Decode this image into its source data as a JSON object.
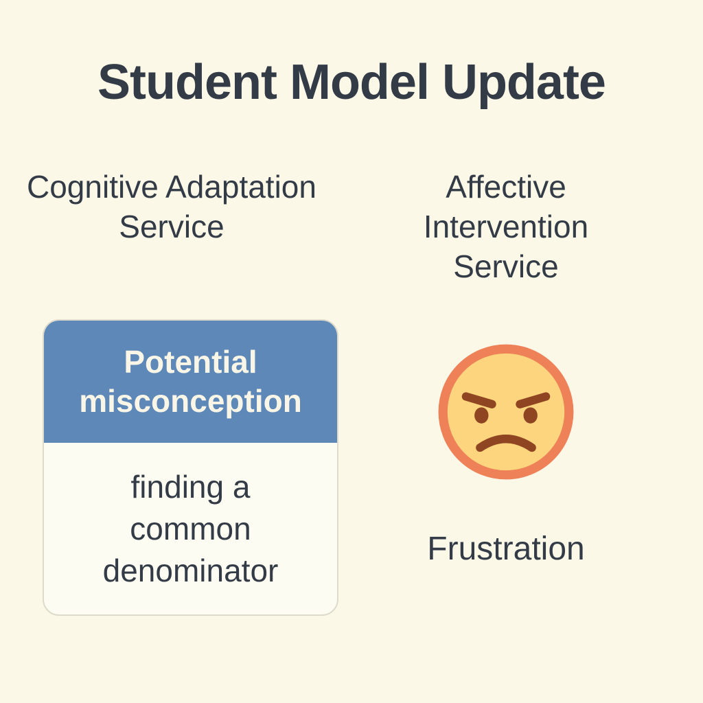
{
  "title": "Student Model Update",
  "left_column": {
    "heading": "Cognitive Adaptation Service",
    "card": {
      "header_label": "Potential misconception",
      "body_text": "finding a common denominator"
    }
  },
  "right_column": {
    "heading": "Affective Intervention Service",
    "emotion_icon": "frustrated-face-emoji",
    "label": "Frustration"
  },
  "colors": {
    "background": "#FBF8E8",
    "text": "#333B47",
    "card_header_bg": "#5E88B8",
    "card_header_text": "#F9F6E7",
    "card_body_bg": "#FDFCF3",
    "card_border": "#DEDBCC",
    "emoji_face": "#FDD57E",
    "emoji_ring": "#EE8158",
    "emoji_features": "#8F4522"
  }
}
